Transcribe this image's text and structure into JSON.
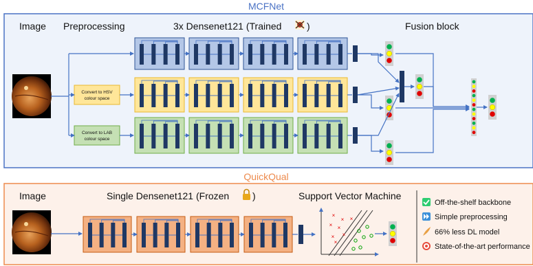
{
  "mcfnet": {
    "title": "MCFNet",
    "col_image": "Image",
    "col_preprocessing": "Preprocessing",
    "col_backbone": "3x Densenet121 (Trained",
    "col_backbone_close": ")",
    "col_fusion": "Fusion block",
    "hsv_label_1": "Convert to HSV",
    "hsv_label_2": "colour space",
    "lab_label_1": "Convert to LAB",
    "lab_label_2": "colour space",
    "colors": {
      "panel_bg": "#eef3fb",
      "panel_border": "#4a72c4",
      "title": "#4a72c4",
      "blue_block": "#b4c7e7",
      "yellow_block": "#ffe699",
      "green_block": "#c5e0b4"
    }
  },
  "quickqual": {
    "title": "QuickQual",
    "col_image": "Image",
    "col_backbone": "Single Densenet121 (Frozen",
    "col_backbone_close": ")",
    "col_svm": "Support Vector Machine",
    "benefits": [
      {
        "icon": "check-icon",
        "text": "Off-the-shelf backbone"
      },
      {
        "icon": "fast-forward-icon",
        "text": "Simple preprocessing"
      },
      {
        "icon": "feather-icon",
        "text": "66% less DL model"
      },
      {
        "icon": "target-icon",
        "text": "State-of-the-art performance"
      }
    ],
    "colors": {
      "panel_bg": "#fdf1ea",
      "panel_border": "#ed8a4c",
      "title": "#ed8a4c",
      "block": "#f4b183"
    }
  }
}
